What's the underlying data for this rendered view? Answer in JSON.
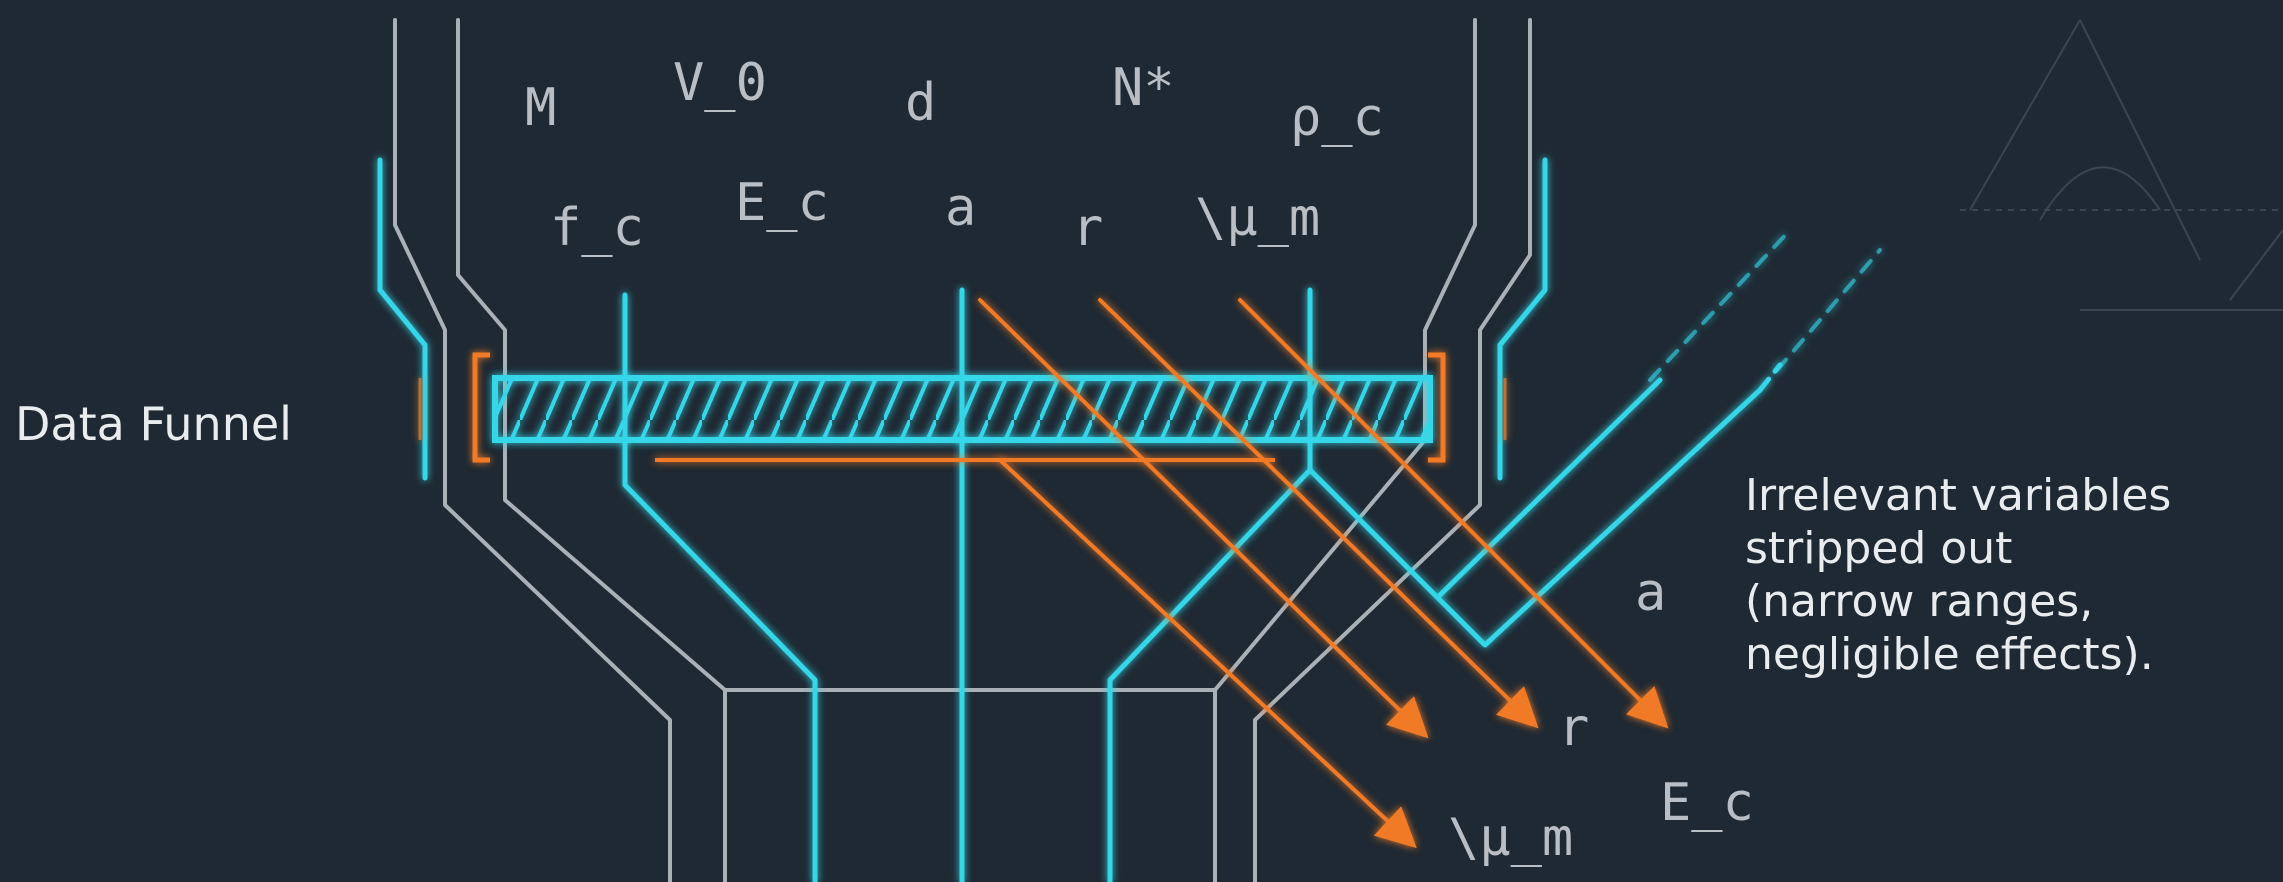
{
  "labels": {
    "funnel": "Data Funnel",
    "irrelevant_lines": [
      "Irrelevant variables",
      "stripped out",
      "(narrow ranges,",
      "negligible effects)."
    ]
  },
  "input_variables": [
    "M",
    "V_0",
    "d",
    "N*",
    "ρ_c",
    "f_c",
    "E_c",
    "a",
    "r",
    "\\μ_m"
  ],
  "stripped_variables": [
    "a",
    "r",
    "E_c",
    "\\μ_m"
  ],
  "colors": {
    "background": "#1f2933",
    "funnel_wall": "#a9b0b6",
    "kept_flow": "#35d6e8",
    "stripped_flow": "#f07a26",
    "text": "#e8ecef",
    "variable_text": "#b8bec4"
  }
}
